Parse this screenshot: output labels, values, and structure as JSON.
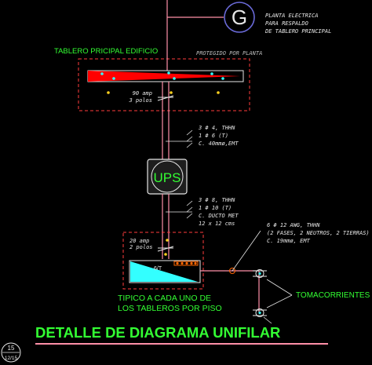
{
  "generator": {
    "symbol": "G",
    "label_lines": [
      "PLANTA ELECTRICA",
      "PARA RESPALDO",
      "DE TABLERO PRINCIPAL"
    ]
  },
  "main_panel": {
    "title": "TABLERO PRICIPAL EDIFICIO",
    "note": "PROTEGIDO POR PLANTA",
    "breaker_lines": [
      "90 amp",
      "3 polos"
    ]
  },
  "feeder_upper": {
    "lines": [
      "3 # 4, THHN",
      "1 # 6 (T)",
      "C. 40mmø,EMT"
    ]
  },
  "ups": {
    "label": "UPS"
  },
  "feeder_lower": {
    "lines": [
      "3 # 8, THHN",
      "1 # 10 (T)",
      "C. DUCTO MET",
      "12 x 12 cms"
    ]
  },
  "floor_panel": {
    "breaker_lines": [
      "20 amp",
      "2 polos"
    ],
    "tag": "6/T",
    "caption_lines": [
      "TIPICO A CADA UNO DE",
      "LOS TABLEROS POR PISO"
    ]
  },
  "branch": {
    "lines": [
      "6 # 12 AWG, THHN",
      "(2 FASES, 2 NEUTROS, 2 TIERRAS)",
      "C. 19mmø, EMT"
    ]
  },
  "outlets": {
    "label": "TOMACORRIENTES"
  },
  "sheet": {
    "number": "15",
    "index": "12/15",
    "title": "DETALLE DE DIAGRAMA UNIFILAR"
  },
  "colors": {
    "background": "#000000",
    "line": "#ff8fa8",
    "dash": "#ff3b3b",
    "green": "#33ff33",
    "yellow": "#ffd21f",
    "cyan": "#33ffff",
    "red": "#ff0000",
    "orange": "#ff6600",
    "text": "#e6e6e6",
    "ups_fill": "#1e1e1e",
    "generator_circle": "#6a6ad8"
  }
}
